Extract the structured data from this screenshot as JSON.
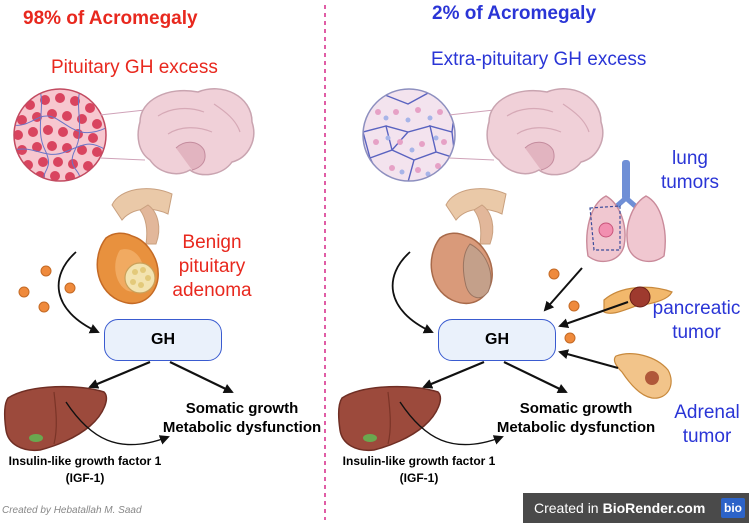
{
  "left": {
    "title": "98% of Acromegaly",
    "subtitle": "Pituitary GH excess",
    "tumor_label": [
      "Benign",
      "pituitary",
      "adenoma"
    ],
    "gh_label": "GH",
    "effects": [
      "Somatic growth",
      "Metabolic dysfunction"
    ],
    "igf": [
      "Insulin-like growth factor 1",
      "(IGF-1)"
    ]
  },
  "right": {
    "title": "2% of Acromegaly",
    "subtitle": "Extra-pituitary GH excess",
    "lung_label": [
      "lung",
      "tumors"
    ],
    "pancreatic_label": [
      "pancreatic",
      "tumor"
    ],
    "adrenal_label": [
      "Adrenal",
      "tumor"
    ],
    "gh_label": "GH",
    "effects": [
      "Somatic growth",
      "Metabolic dysfunction"
    ],
    "igf": [
      "Insulin-like growth factor 1",
      "(IGF-1)"
    ]
  },
  "credit": "Created by Hebatallah M. Saad",
  "badge": {
    "prefix": "Created in",
    "brand": "BioRender.com",
    "logo": "bio"
  },
  "colors": {
    "red": "#e8281e",
    "blue": "#2a35d6",
    "divider": "#d9358f",
    "gh_border": "#3a5bd0",
    "gh_fill": "#eaf1fb"
  }
}
